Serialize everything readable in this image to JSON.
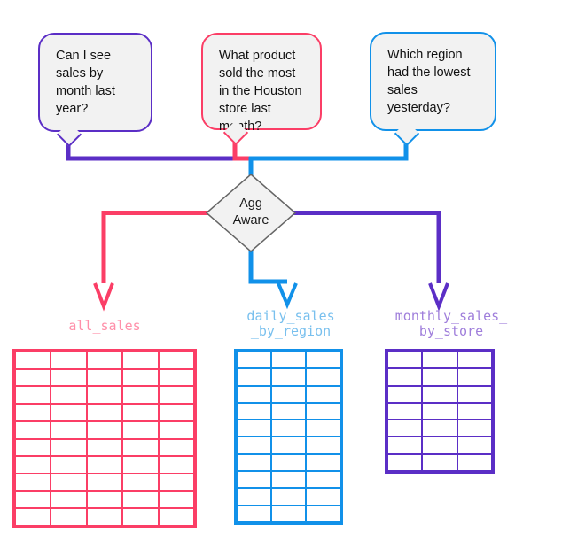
{
  "colors": {
    "purple": "#5B2EC6",
    "pink": "#FB3E66",
    "blue": "#1191E9",
    "diamond_border": "#666666",
    "diamond_fill": "#F2F2F2",
    "bubble_fill": "#F2F2F2"
  },
  "questions": [
    {
      "text": "Can I see\nsales by\nmonth last\nyear?"
    },
    {
      "text": "What product\nsold the most\nin the Houston\nstore last\nmonth?"
    },
    {
      "text": "Which region\nhad the lowest\nsales\nyesterday?"
    }
  ],
  "decision": {
    "label": "Agg\nAware"
  },
  "tables": [
    {
      "label": "all_sales",
      "columns": 5,
      "rows": 10,
      "color": "#FB3E66",
      "label_color": "#FF8FA9"
    },
    {
      "label": "daily_sales\n_by_region",
      "columns": 3,
      "rows": 10,
      "color": "#1191E9",
      "label_color": "#79C0EE"
    },
    {
      "label": "monthly_sales_\nby_store",
      "columns": 3,
      "rows": 7,
      "color": "#5B2EC6",
      "label_color": "#9F7EDB"
    }
  ]
}
